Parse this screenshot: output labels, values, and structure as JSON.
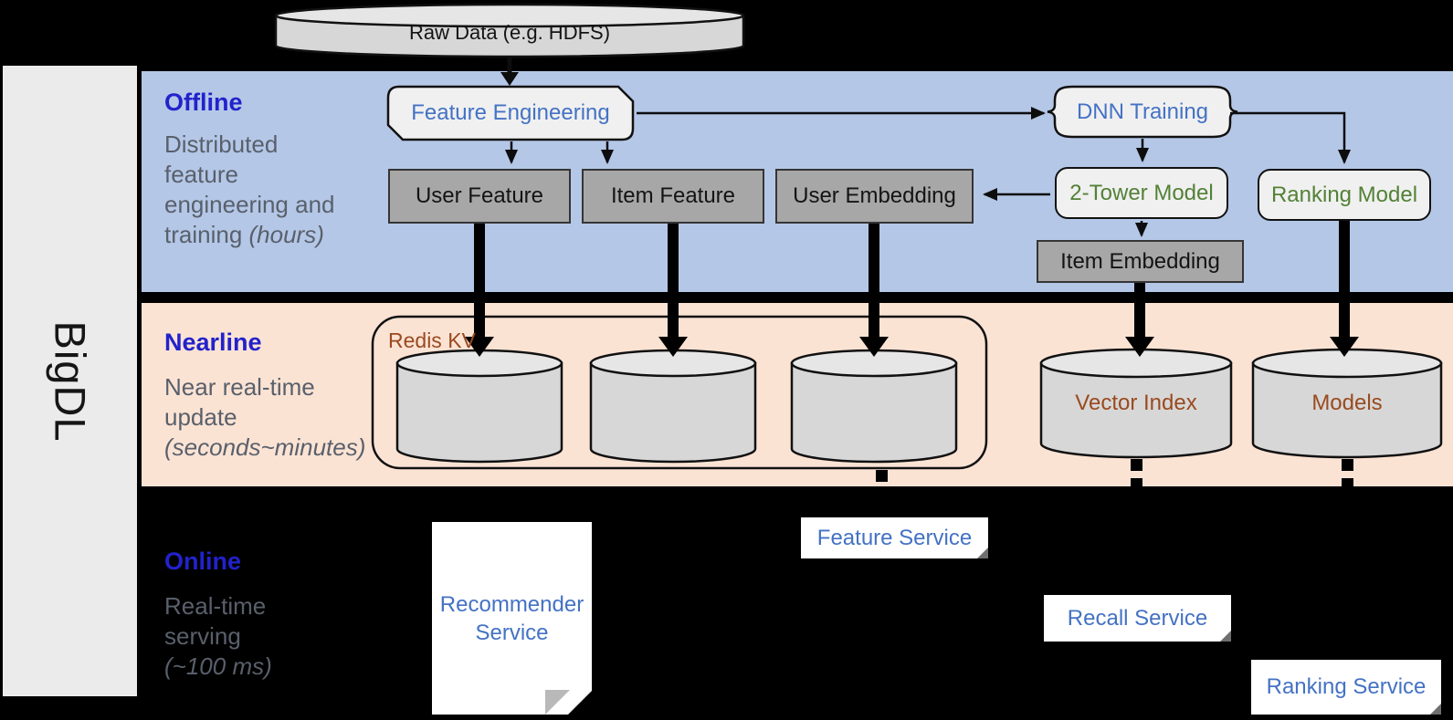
{
  "brand": {
    "label": "BigDL"
  },
  "data_source": {
    "label": "Raw Data (e.g. HDFS)"
  },
  "sections": {
    "offline": {
      "title": "Offline",
      "desc_line1": "Distributed",
      "desc_line2": "feature",
      "desc_line3": "engineering and",
      "desc_line4": "training",
      "desc_line4_italic": "(hours)"
    },
    "nearline": {
      "title": "Nearline",
      "desc_line1": "Near real-time",
      "desc_line2": "update",
      "desc_line3_italic": "(seconds~minutes)"
    },
    "online": {
      "title": "Online",
      "desc_line1": "Real-time",
      "desc_line2": "serving",
      "desc_line3_italic": "(~100 ms)"
    }
  },
  "offline_flow": {
    "feature_engineering": "Feature Engineering",
    "dnn_training": "DNN Training",
    "user_feature": "User Feature",
    "item_feature": "Item Feature",
    "user_embedding": "User Embedding",
    "two_tower_model": "2-Tower Model",
    "ranking_model": "Ranking Model",
    "item_embedding": "Item Embedding"
  },
  "nearline_store": {
    "redis_kv": "Redis KV",
    "vector_index": "Vector Index",
    "models": "Models"
  },
  "online_services": {
    "recommender": "Recommender Service",
    "feature": "Feature Service",
    "recall": "Recall Service",
    "ranking": "Ranking Service"
  },
  "colors": {
    "background": "#000000",
    "offline_bg": "#b4c7e7",
    "nearline_bg": "#fbe3d4",
    "sidebar_bg": "#ebebeb",
    "section_title_blue": "#2222cc",
    "process_text_blue": "#4472c4",
    "model_text_green": "#538136",
    "storage_text_brown": "#9a4a1f",
    "service_text_blue": "#4472c4",
    "box_gray": "#a7a7a7",
    "shape_light_gray": "#f0f0f0",
    "cylinder_gray": "#d7d7d7"
  }
}
